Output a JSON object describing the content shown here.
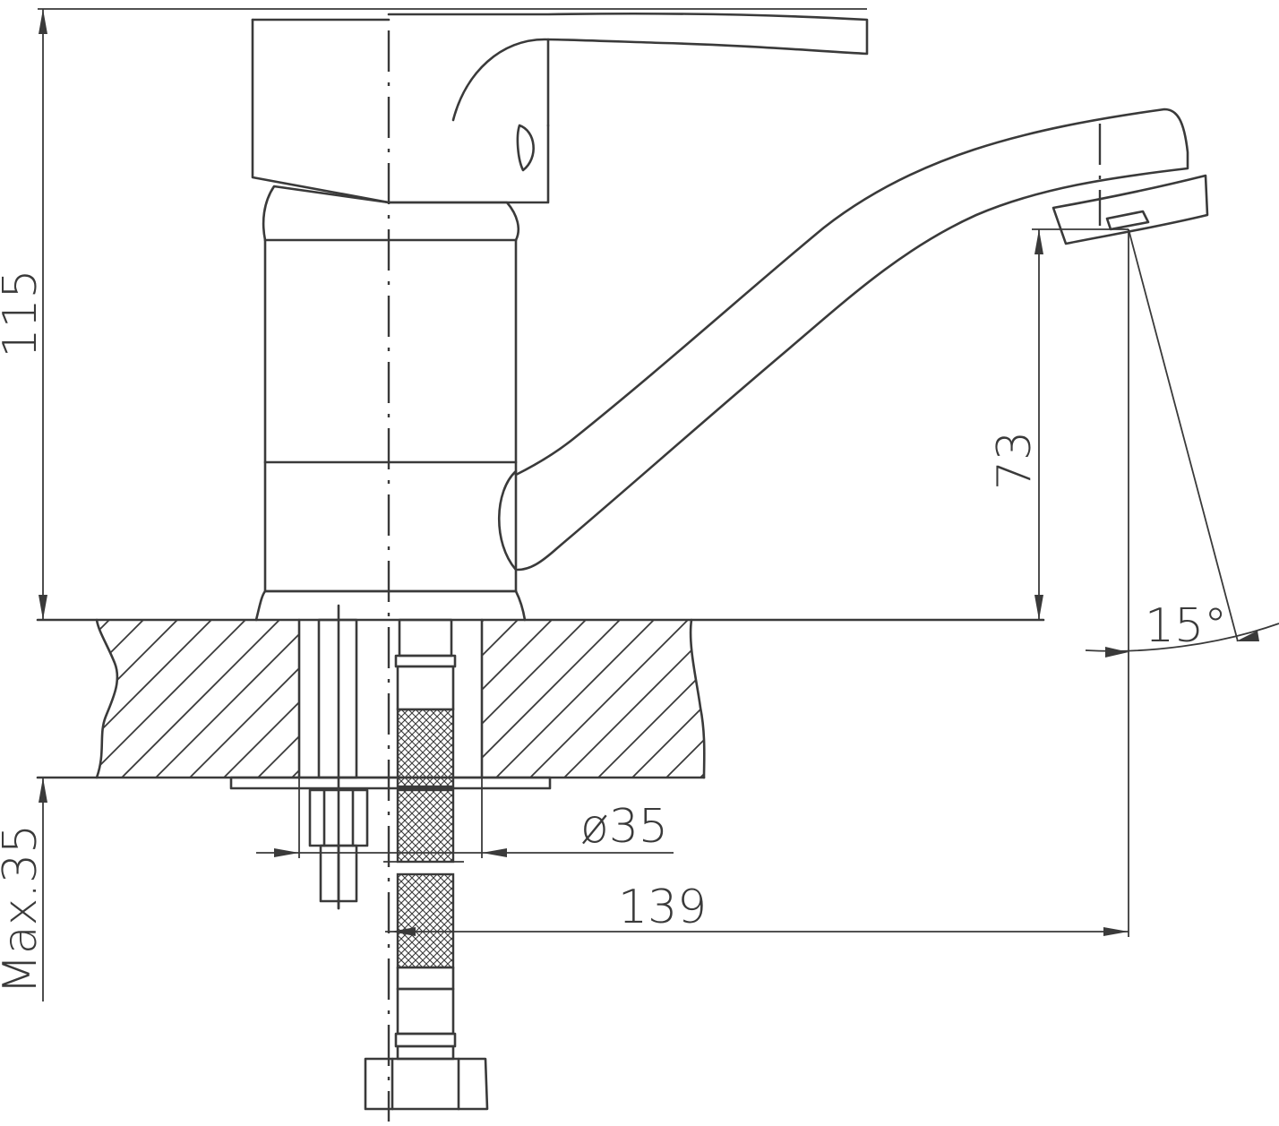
{
  "dimensions": {
    "overall_height": "115",
    "spout_height": "73",
    "spout_angle": "15°",
    "hole_diameter": "ø35",
    "spout_reach": "139",
    "max_thickness": "Max.35"
  }
}
